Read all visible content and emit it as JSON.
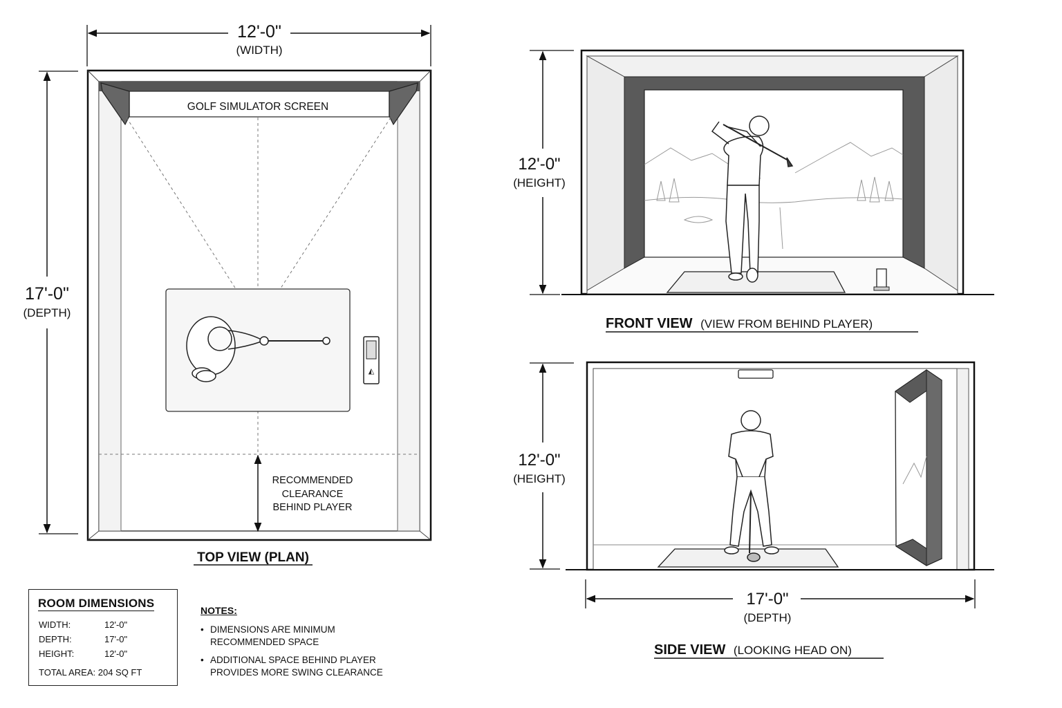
{
  "top_view": {
    "width_value": "12'-0\"",
    "width_label": "(WIDTH)",
    "depth_value": "17'-0\"",
    "depth_label": "(DEPTH)",
    "screen_label": "GOLF SIMULATOR SCREEN",
    "clearance_label": [
      "RECOMMENDED",
      "CLEARANCE",
      "BEHIND PLAYER"
    ],
    "caption": "TOP VIEW (PLAN)"
  },
  "front_view": {
    "height_value": "12'-0\"",
    "height_label": "(HEIGHT)",
    "caption_main": "FRONT VIEW",
    "caption_sub": "(VIEW FROM BEHIND PLAYER)"
  },
  "side_view": {
    "height_value": "12'-0\"",
    "height_label": "(HEIGHT)",
    "depth_value": "17'-0\"",
    "depth_label": "(DEPTH)",
    "caption_main": "SIDE VIEW",
    "caption_sub": "(LOOKING HEAD ON)"
  },
  "room_dimensions": {
    "title": "ROOM DIMENSIONS",
    "rows": [
      {
        "key": "WIDTH:",
        "value": "12'-0\""
      },
      {
        "key": "DEPTH:",
        "value": "17'-0\""
      },
      {
        "key": "HEIGHT:",
        "value": "12'-0\""
      }
    ],
    "total": "TOTAL AREA: 204 SQ FT"
  },
  "notes": {
    "title": "NOTES:",
    "items": [
      "DIMENSIONS ARE MINIMUM RECOMMENDED SPACE",
      "ADDITIONAL SPACE BEHIND PLAYER PROVIDES MORE SWING CLEARANCE"
    ]
  },
  "colors": {
    "ink": "#111111",
    "frame_dark": "#555555",
    "frame_light": "#eeeeee"
  }
}
